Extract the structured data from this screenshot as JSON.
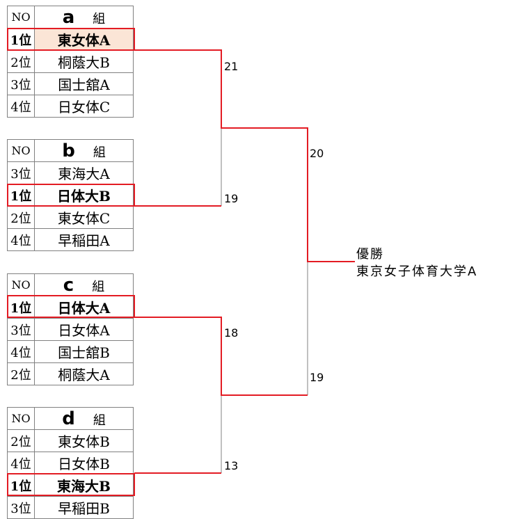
{
  "groups": [
    {
      "no_header": "NO",
      "letter": "a",
      "kumi": "組",
      "rows": [
        {
          "rank": "1位",
          "team": "東女体A"
        },
        {
          "rank": "2位",
          "team": "桐蔭大B"
        },
        {
          "rank": "3位",
          "team": "国士舘A"
        },
        {
          "rank": "4位",
          "team": "日女体C"
        }
      ]
    },
    {
      "no_header": "NO",
      "letter": "b",
      "kumi": "組",
      "rows": [
        {
          "rank": "3位",
          "team": "東海大A"
        },
        {
          "rank": "1位",
          "team": "日体大B"
        },
        {
          "rank": "2位",
          "team": "東女体C"
        },
        {
          "rank": "4位",
          "team": "早稲田A"
        }
      ]
    },
    {
      "no_header": "NO",
      "letter": "c",
      "kumi": "組",
      "rows": [
        {
          "rank": "1位",
          "team": "日体大A"
        },
        {
          "rank": "3位",
          "team": "日女体A"
        },
        {
          "rank": "4位",
          "team": "国士舘B"
        },
        {
          "rank": "2位",
          "team": "桐蔭大A"
        }
      ]
    },
    {
      "no_header": "NO",
      "letter": "d",
      "kumi": "組",
      "rows": [
        {
          "rank": "2位",
          "team": "東女体B"
        },
        {
          "rank": "4位",
          "team": "日女体B"
        },
        {
          "rank": "1位",
          "team": "東海大B"
        },
        {
          "rank": "3位",
          "team": "早稲田B"
        }
      ]
    }
  ],
  "scores": {
    "a": "21",
    "b": "19",
    "c": "18",
    "d": "13",
    "semi_top": "20",
    "semi_bottom": "19"
  },
  "champion": {
    "label": "優勝",
    "team": "東京女子体育大学A"
  },
  "colors": {
    "winner_line": "#e31b23",
    "loser_line": "#808080",
    "highlight_fill": "#fbe5d6"
  }
}
